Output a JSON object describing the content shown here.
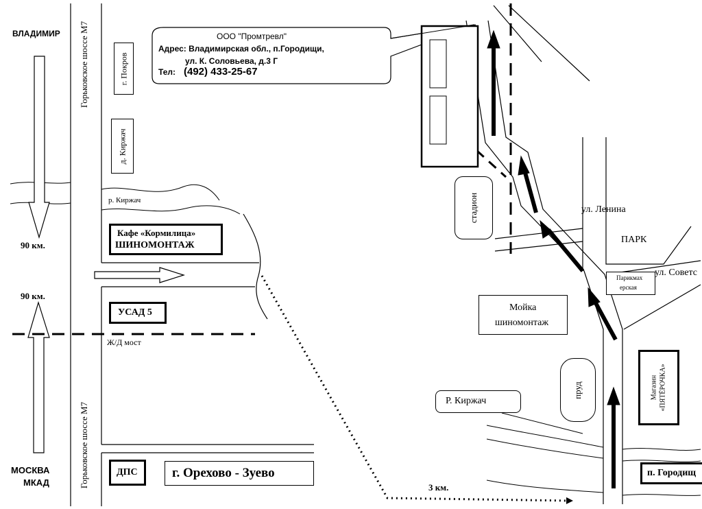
{
  "company": {
    "name": "ООО \"Промтревл\"",
    "address_line1": "Адрес: Владимирская обл., п.Городищи,",
    "address_line2": "ул. К. Соловьева, д.3 Г",
    "phone_label": "Тел:",
    "phone": "(492) 433-25-67"
  },
  "left_map": {
    "vladimir": "ВЛАДИМИР",
    "moscow": "МОСКВА",
    "mkad": "МКАД",
    "km_top": "90 км.",
    "km_bottom": "90 км.",
    "highway_top": "Горьковское шоссе   М7",
    "highway_bottom": "Горьковское шоссе   М7",
    "pokrov": "г. Покров",
    "kirzhach_town": "д. Киржач",
    "river": "р. Киржач",
    "cafe": "Кафе «Кормилица»",
    "tire": "ШИНОМОНТАЖ",
    "usad": "УСАД 5",
    "rail_bridge": "Ж/Д мост",
    "dps": "ДПС",
    "orekhovo": "г. Орехово - Зуево"
  },
  "right_map": {
    "distance": "3 км.",
    "stadium": "стадион",
    "lenina": "ул. Ленина",
    "park": "ПАРК",
    "sovetskaya": "ул. Советс",
    "hairdresser_1": "Парикмах",
    "hairdresser_2": "ерская",
    "carwash_1": "Мойка",
    "carwash_2": "шиномонтаж",
    "pond": "пруд",
    "river": "Р. Киржач",
    "shop_1": "Магазин",
    "shop_2": "«ПЯТЁРОЧКА»",
    "gorodishchi": "п. Городищ"
  }
}
